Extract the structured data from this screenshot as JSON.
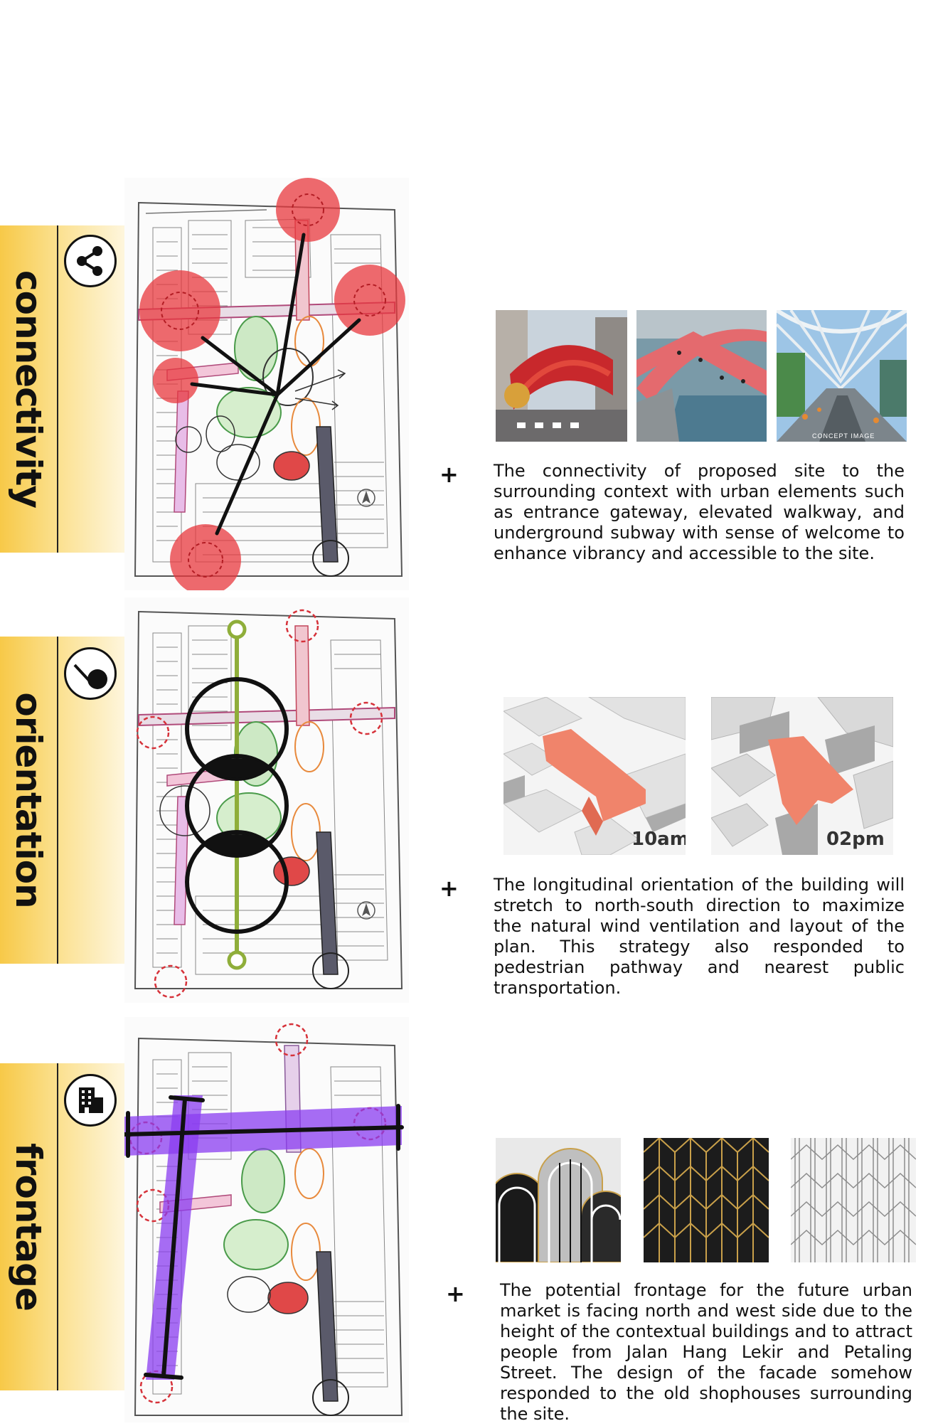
{
  "sections": [
    {
      "label": "connectivity",
      "icon": "share-icon",
      "description": "The connectivity of proposed site to the surrounding context with urban elements such as entrance gateway, elevated walkway, and underground subway with sense of welcome to enhance vibrancy and accessible to the site.",
      "plus": "+",
      "photo_caption": "CONCEPT IMAGE"
    },
    {
      "label": "orientation",
      "icon": "sun-orientation-icon",
      "description": "The longitudinal orientation of the building will stretch to north-south direction to maximize the natural wind ventilation and layout of the plan. This strategy also responded to pedestrian pathway and nearest public transportation.",
      "plus": "+",
      "times": [
        "10am",
        "02pm"
      ]
    },
    {
      "label": "frontage",
      "icon": "building-icon",
      "description": "The potential frontage for the future urban market is facing north and west side due to the height of the contextual buildings and to attract people from Jalan Hang Lekir and Petaling Street. The design of the facade somehow responded to the old shophouses surrounding the site.",
      "plus": "+"
    }
  ],
  "colors": {
    "tab_yellow": "#f7c948",
    "connectivity_red": "#e8383d",
    "orientation_green": "#8fae3a",
    "frontage_purple": "#8a3cf0",
    "sun_orange": "#f0846b"
  }
}
